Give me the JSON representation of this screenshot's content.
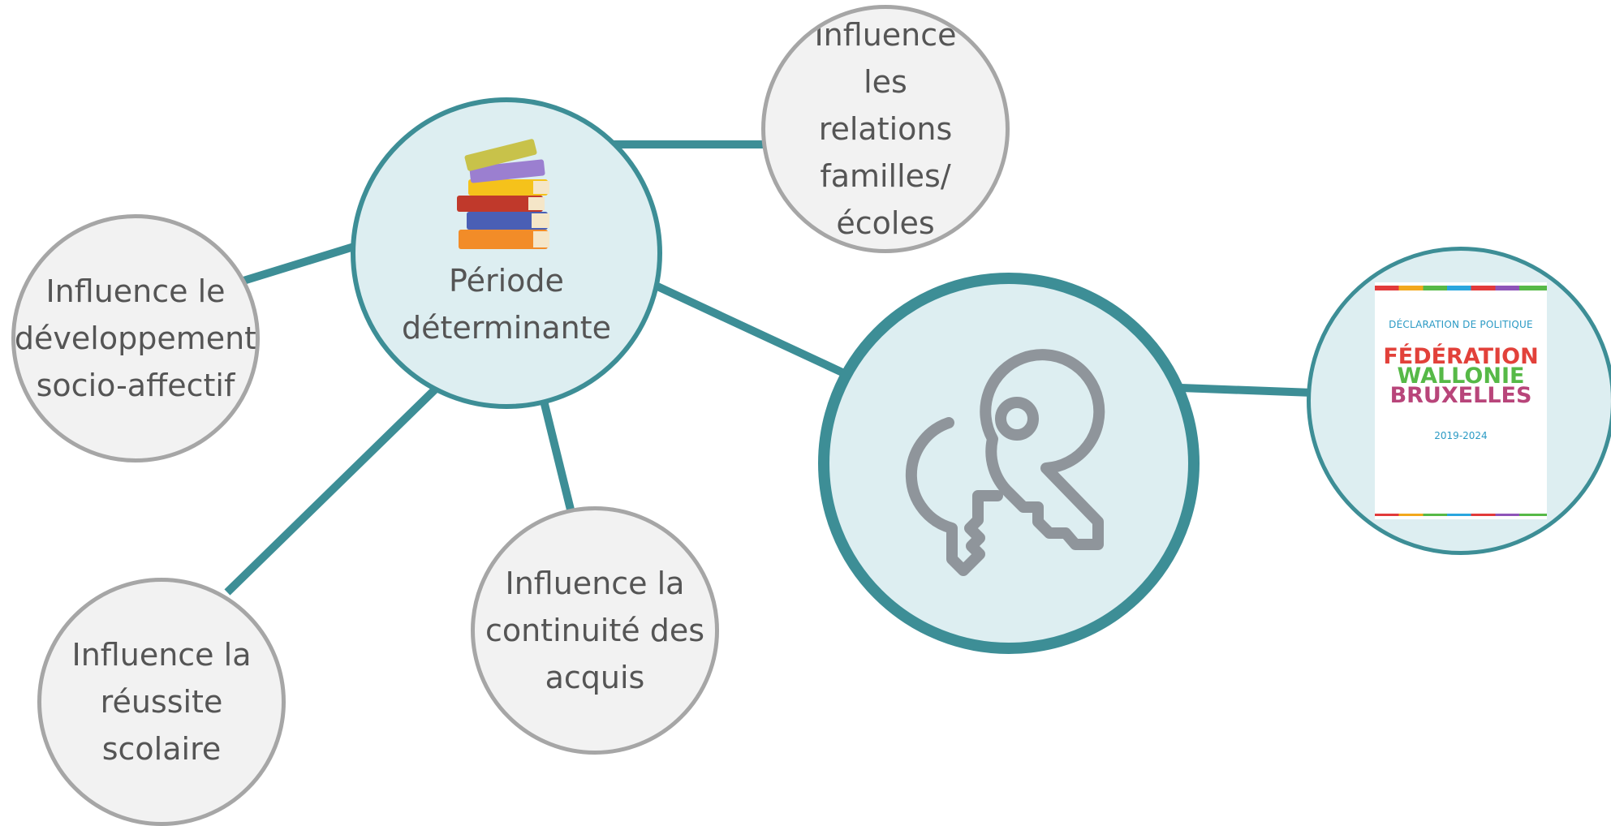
{
  "center": {
    "label": [
      "Période",
      "déterminante"
    ],
    "icon": "books-icon"
  },
  "influences": [
    {
      "id": "relations",
      "lines": [
        "Influence",
        "les",
        "relations",
        "familles/",
        "écoles"
      ]
    },
    {
      "id": "developpement",
      "lines": [
        "Influence le",
        "développement",
        "socio-affectif"
      ]
    },
    {
      "id": "reussite",
      "lines": [
        "Influence la",
        "réussite",
        "scolaire"
      ]
    },
    {
      "id": "continuite",
      "lines": [
        "Influence la",
        "continuité des",
        "acquis"
      ]
    }
  ],
  "key_node": {
    "icon": "key-icon"
  },
  "document": {
    "subtitle": "DÉCLARATION DE POLITIQUE",
    "title": [
      "FÉDÉRATION",
      "WALLONIE",
      "BRUXELLES"
    ],
    "years": "2019-2024"
  },
  "colors": {
    "teal": "#3d8e96",
    "grey_border": "#a6a6a6",
    "text": "#555555",
    "key": "#8f959b"
  }
}
